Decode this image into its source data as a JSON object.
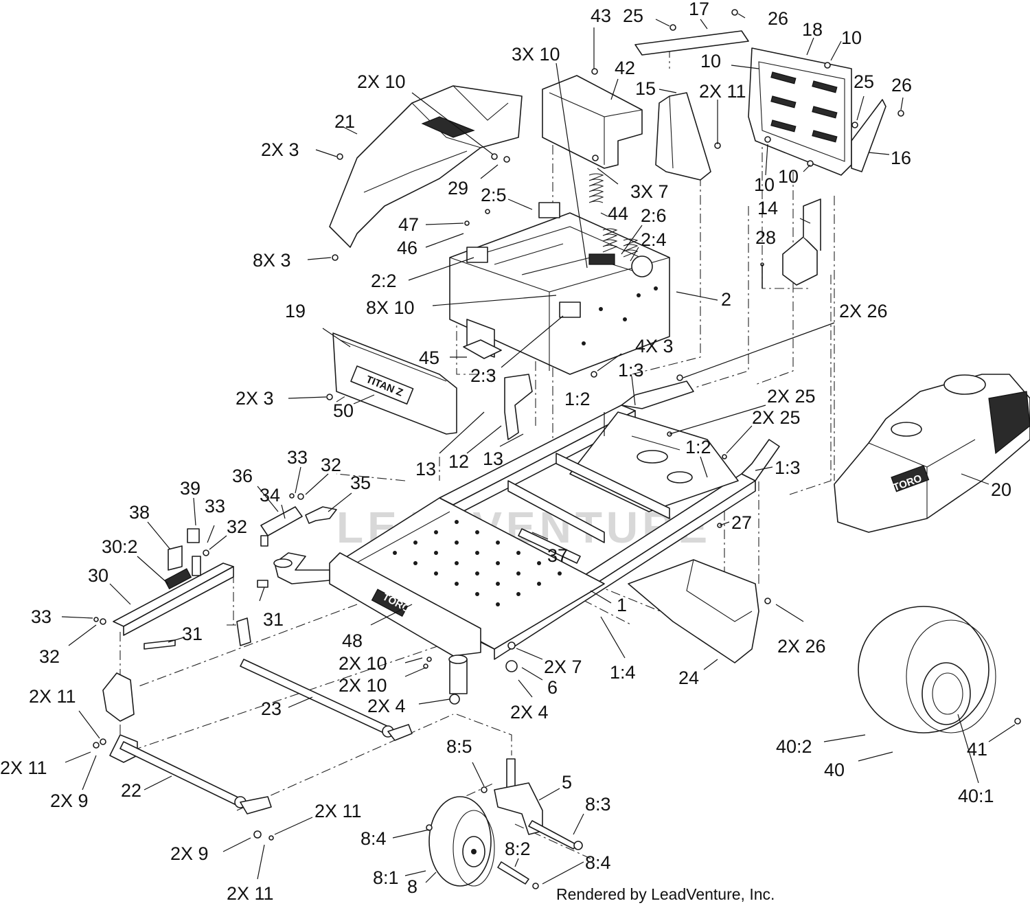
{
  "callouts": [
    {
      "text": "43"
    },
    {
      "text": "25"
    },
    {
      "text": "17"
    },
    {
      "text": "26"
    },
    {
      "text": "18"
    },
    {
      "text": "10"
    },
    {
      "text": "3X 10"
    },
    {
      "text": "42"
    },
    {
      "text": "15"
    },
    {
      "text": "10"
    },
    {
      "text": "2X 10"
    },
    {
      "text": "2X 11"
    },
    {
      "text": "25"
    },
    {
      "text": "26"
    },
    {
      "text": "21"
    },
    {
      "text": "2X 3"
    },
    {
      "text": "16"
    },
    {
      "text": "10"
    },
    {
      "text": "10"
    },
    {
      "text": "29"
    },
    {
      "text": "3X 7"
    },
    {
      "text": "2:5"
    },
    {
      "text": "44"
    },
    {
      "text": "2:6"
    },
    {
      "text": "47"
    },
    {
      "text": "14"
    },
    {
      "text": "2:4"
    },
    {
      "text": "46"
    },
    {
      "text": "28"
    },
    {
      "text": "8X 3"
    },
    {
      "text": "2:2"
    },
    {
      "text": "8X 10"
    },
    {
      "text": "2"
    },
    {
      "text": "19"
    },
    {
      "text": "2X 26"
    },
    {
      "text": "4X 3"
    },
    {
      "text": "45"
    },
    {
      "text": "2:3"
    },
    {
      "text": "1:3"
    },
    {
      "text": "2X 3"
    },
    {
      "text": "1:2"
    },
    {
      "text": "2X 25"
    },
    {
      "text": "50"
    },
    {
      "text": "2X 25"
    },
    {
      "text": "1:2"
    },
    {
      "text": "13"
    },
    {
      "text": "12"
    },
    {
      "text": "13"
    },
    {
      "text": "1:3"
    },
    {
      "text": "33"
    },
    {
      "text": "36"
    },
    {
      "text": "32"
    },
    {
      "text": "35"
    },
    {
      "text": "20"
    },
    {
      "text": "39"
    },
    {
      "text": "34"
    },
    {
      "text": "38"
    },
    {
      "text": "33"
    },
    {
      "text": "27"
    },
    {
      "text": "30:2"
    },
    {
      "text": "32"
    },
    {
      "text": "37"
    },
    {
      "text": "30"
    },
    {
      "text": "1"
    },
    {
      "text": "31"
    },
    {
      "text": "33"
    },
    {
      "text": "31"
    },
    {
      "text": "48"
    },
    {
      "text": "32"
    },
    {
      "text": "2X 26"
    },
    {
      "text": "2X 10"
    },
    {
      "text": "2X 7"
    },
    {
      "text": "1:4"
    },
    {
      "text": "2X 10"
    },
    {
      "text": "6"
    },
    {
      "text": "24"
    },
    {
      "text": "2X 11"
    },
    {
      "text": "23"
    },
    {
      "text": "2X 4"
    },
    {
      "text": "2X 4"
    },
    {
      "text": "40:2"
    },
    {
      "text": "41"
    },
    {
      "text": "2X 11"
    },
    {
      "text": "40"
    },
    {
      "text": "2X 9"
    },
    {
      "text": "22"
    },
    {
      "text": "8:5"
    },
    {
      "text": "5"
    },
    {
      "text": "40:1"
    },
    {
      "text": "8:3"
    },
    {
      "text": "2X 11"
    },
    {
      "text": "8:4"
    },
    {
      "text": "8:2"
    },
    {
      "text": "2X 9"
    },
    {
      "text": "8:4"
    },
    {
      "text": "8:1"
    },
    {
      "text": "8"
    },
    {
      "text": "2X 11"
    }
  ],
  "decals": {
    "panel_brand": "TITAN Z",
    "fuel_tank_brand": "TORO",
    "footrest_brand": "TORO"
  },
  "watermark": "LEADVENTURE",
  "credit": "Rendered by LeadVenture, Inc."
}
